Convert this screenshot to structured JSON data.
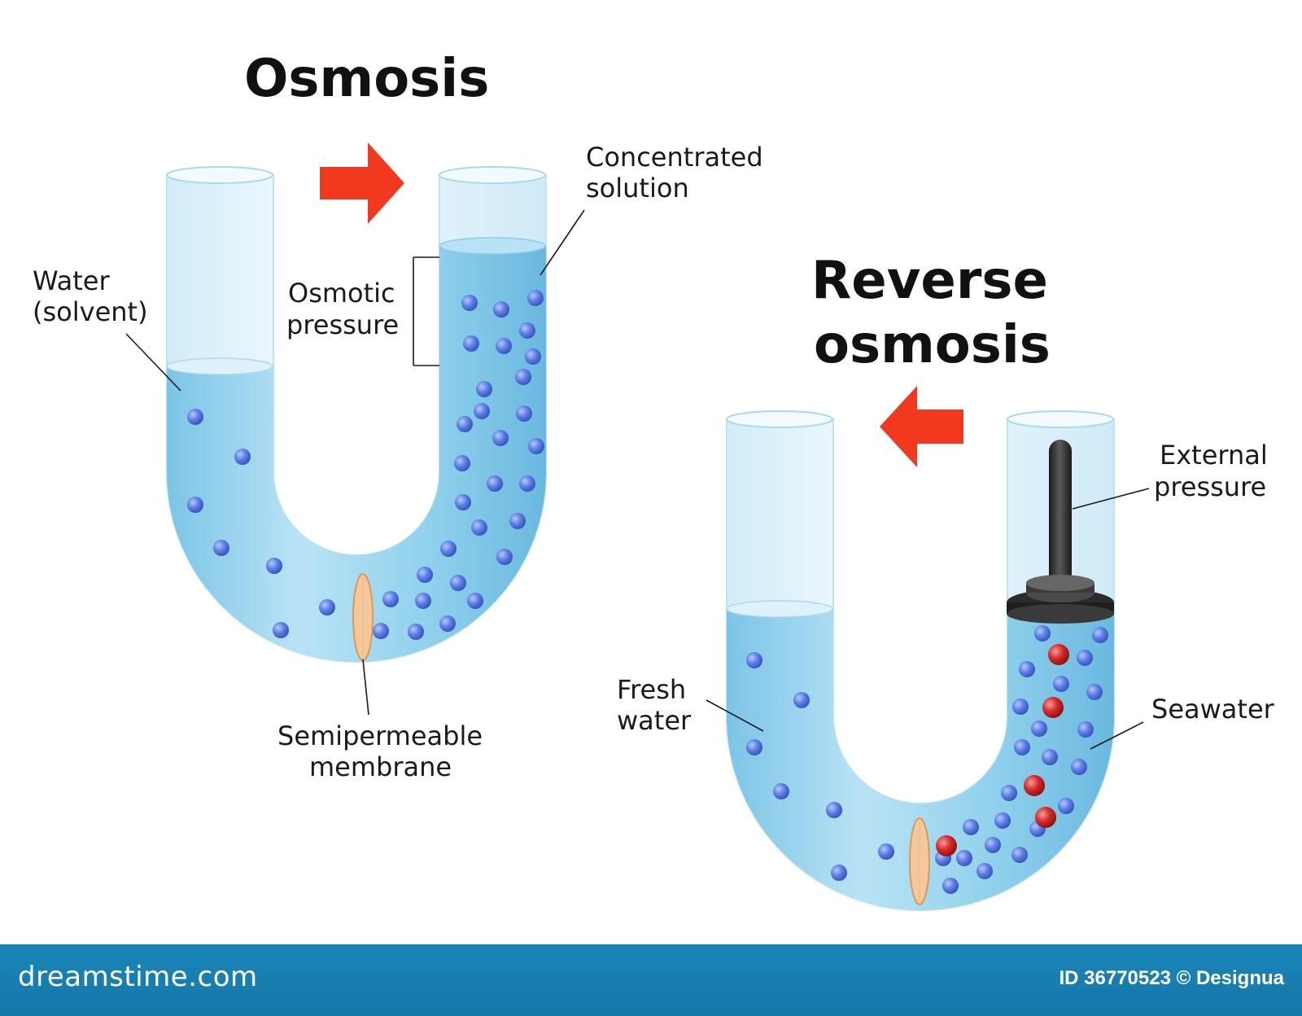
{
  "osmosis": {
    "title": "Osmosis",
    "labels": {
      "concentrated_1": "Concentrated",
      "concentrated_2": "solution",
      "water_1": "Water",
      "water_2": "(solvent)",
      "osmotic_1": "Osmotic",
      "osmotic_2": "pressure",
      "membrane_1": "Semipermeable",
      "membrane_2": "membrane"
    },
    "flow_direction": "right"
  },
  "reverse": {
    "title_1": "Reverse",
    "title_2": "osmosis",
    "labels": {
      "external_1": "External",
      "external_2": "pressure",
      "fresh_1": "Fresh",
      "fresh_2": "water",
      "seawater": "Seawater"
    },
    "flow_direction": "left"
  },
  "colors": {
    "water": "#8fd0ec",
    "tube_empty": "#e3f4fb",
    "particle_blue": "#5d7fe6",
    "particle_red": "#d42a2a",
    "arrow": "#f0391f",
    "membrane": "#f4c89a",
    "piston": "#2b2b2b",
    "footer": "#1a80b3"
  },
  "icons": {
    "arrow_right": "arrow-right-icon",
    "arrow_left": "arrow-left-icon",
    "piston": "piston-icon",
    "membrane": "membrane-icon"
  },
  "footer": {
    "brand": "dreamstime.com",
    "credit": "ID 36770523 © Designua"
  }
}
